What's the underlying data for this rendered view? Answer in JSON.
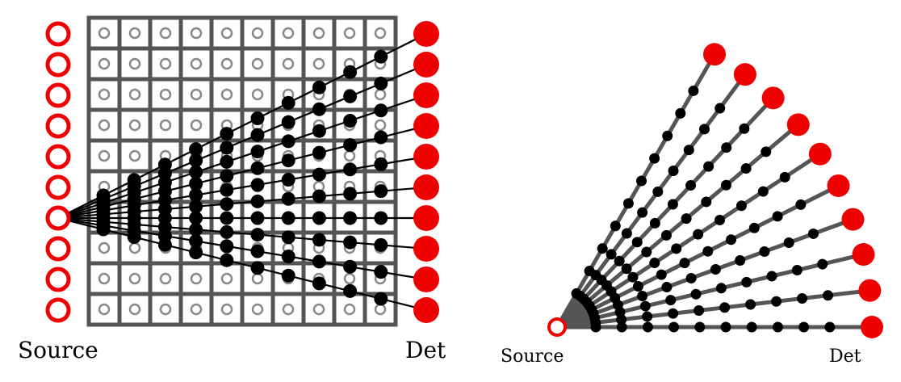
{
  "left_panel": {
    "source_label": "Source",
    "detector_label": "Det",
    "grid_cells": {
      "rows": 10,
      "cols": 10
    },
    "source_count": 10,
    "active_source_index": 6,
    "detector_count": 10,
    "samples_per_ray": 10
  },
  "right_panel": {
    "source_label": "Source",
    "detector_label": "Det",
    "ray_count": 10,
    "fan_angle_deg": 60,
    "samples_per_ray": 10
  },
  "colors": {
    "source": "#ee0000",
    "detector": "#ee0000",
    "grid_line": "#555555",
    "cell_marker": "#888888",
    "ray": "#000000",
    "sample": "#000000",
    "fan_ray": "#555555",
    "fan_sample": "#000000"
  }
}
